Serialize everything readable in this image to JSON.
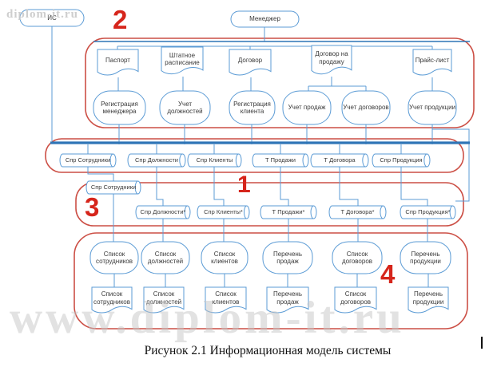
{
  "caption": "Рисунок 2.1 Информационная модель системы",
  "watermarks": {
    "top": "diplom-it.ru",
    "bottom": "www.diplom-it.ru"
  },
  "groups": {
    "g1": "1",
    "g2": "2",
    "g3": "3",
    "g4": "4"
  },
  "nodes": {
    "actors": [
      "ИС",
      "Менеджер"
    ],
    "docs_top": [
      "Паспорт",
      "Штатное расписание",
      "Договор",
      "Договор на продажу",
      "Прайс-лист"
    ],
    "processes": [
      "Регистрация менеджера",
      "Учет должностей",
      "Регистрация клиента",
      "Учет продаж",
      "Учет договоров",
      "Учет продукции"
    ],
    "db_row1": [
      "Спр Сотрудники",
      "Спр Должности",
      "Спр Клиенты",
      "Т Продажи",
      "Т Договора",
      "Спр Продукция"
    ],
    "db_extra": "Спр Сотрудники",
    "db_row2": [
      "Спр Должности*",
      "Спр Клиенты*",
      "Т Продажи*",
      "Т Договора*",
      "Спр Продукция*"
    ],
    "outputs": [
      "Список сотрудников",
      "Список должностей",
      "Список клиентов",
      "Перечень продаж",
      "Список договоров",
      "Перечень продукции"
    ],
    "docs_bottom": [
      "Список сотрудников",
      "Список должностей",
      "Список клиентов",
      "Перечень продаж",
      "Список договоров",
      "Перечень продукции"
    ]
  },
  "colors": {
    "shape_stroke": "#5b9bd5",
    "bus": "#2e75b6",
    "group_stroke": "#cc4f45",
    "group_label": "#d6251b",
    "cylinder_cap": "#cfe2f3",
    "text": "#3a3a3a"
  }
}
